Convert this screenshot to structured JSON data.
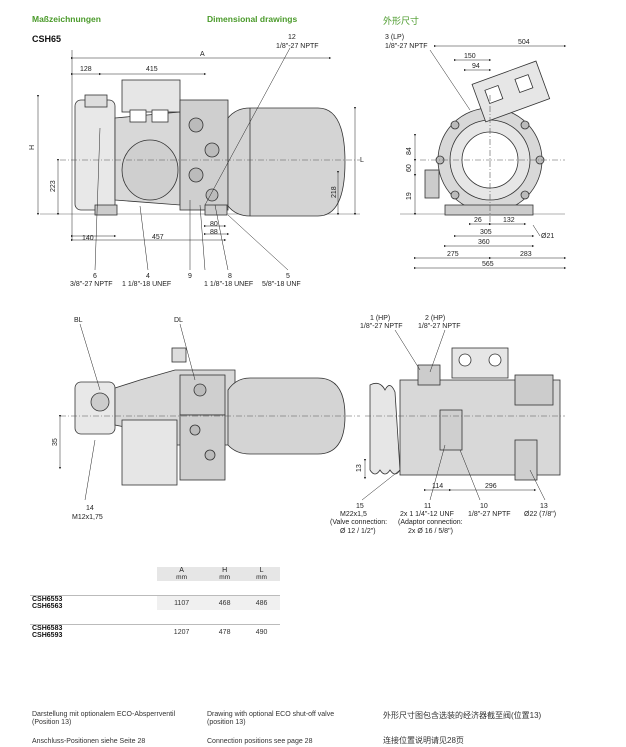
{
  "headers": {
    "de": "Maßzeichnungen",
    "en": "Dimensional drawings",
    "cn": "外形尺寸"
  },
  "model_family": "CSH65",
  "top_view_dims": {
    "A": "A",
    "d128": "128",
    "d415": "415",
    "c12": "12",
    "c12_spec": "1/8\"-27 NPTF",
    "H": "H",
    "L": "L",
    "d223": "223",
    "d218": "218",
    "d140": "140",
    "d457": "457",
    "d80": "80",
    "d88": "88",
    "c6": "6",
    "c6_spec": "3/8\"-27 NPTF",
    "c4": "4",
    "c4_spec": "1 1/8\"-18 UNEF",
    "c9": "9",
    "c8": "8",
    "c8_spec": "1 1/8\"-18 UNEF",
    "c5": "5",
    "c5_spec": "5/8\"-18 UNF"
  },
  "end_view_dims": {
    "c3": "3 (LP)",
    "c3_spec": "1/8\"-27 NPTF",
    "d504": "504",
    "d150": "150",
    "d94": "94",
    "d60": "60",
    "d84": "84",
    "d19": "19",
    "d26": "26",
    "d132": "132",
    "d305": "305",
    "d360": "360",
    "d275": "275",
    "d283": "283",
    "d565": "565",
    "d21": "Ø21"
  },
  "bottom_view_dims": {
    "BL": "BL",
    "DL": "DL",
    "d35": "35",
    "c14": "14",
    "c14_spec": "M12x1,75"
  },
  "bottom_end_dims": {
    "c1": "1 (HP)",
    "c1_spec": "1/8\"-27 NPTF",
    "c2": "2 (HP)",
    "c2_spec": "1/8\"-27 NPTF",
    "d13": "13",
    "d114": "114",
    "d296": "296",
    "c15": "15",
    "c15_spec": "M22x1,5",
    "c15_note": "(Valve connection:",
    "c15_note2": "Ø 12 / 1/2\")",
    "c11": "11",
    "c11_spec": "2x 1 1/4\"-12 UNF",
    "c11_note": "(Adaptor connection:",
    "c11_note2": "2x Ø 16 / 5/8\")",
    "c10": "10",
    "c10_spec": "1/8\"-27 NPTF",
    "c13": "13",
    "c13_spec": "Ø22 (7/8\")"
  },
  "table": {
    "columns": [
      {
        "label": "A",
        "unit": "mm"
      },
      {
        "label": "H",
        "unit": "mm"
      },
      {
        "label": "L",
        "unit": "mm"
      }
    ],
    "groups": [
      {
        "models": [
          "CSH6553",
          "CSH6563"
        ],
        "values": [
          "1107",
          "468",
          "486"
        ]
      },
      {
        "models": [
          "CSH6583",
          "CSH6593"
        ],
        "values": [
          "1207",
          "478",
          "490"
        ]
      }
    ]
  },
  "footnotes": {
    "de1": "Darstellung mit optionalem ECO-Absperrventil",
    "de1b": "(Position 13)",
    "de2": "Anschluss-Positionen siehe Seite 28",
    "en1": "Drawing with optional ECO shut-off valve",
    "en1b": "(position 13)",
    "en2": "Connection positions see page 28",
    "cn1": "外形尺寸图包含选装的经济器截至阀(位置13)",
    "cn2": "连接位置说明请见28页"
  }
}
